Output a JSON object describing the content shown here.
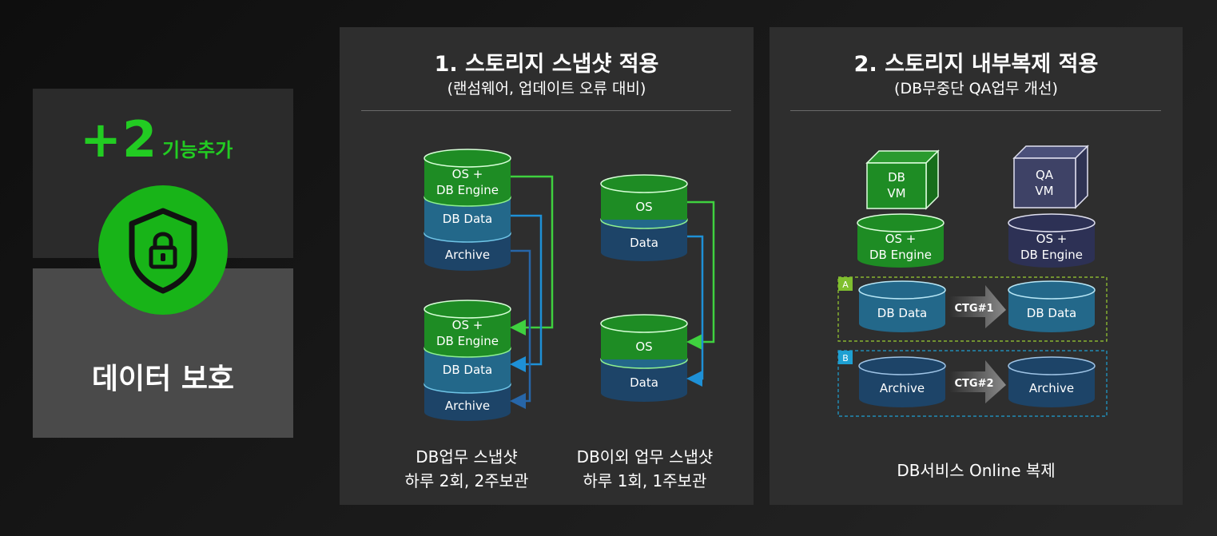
{
  "left": {
    "plus": "+2",
    "plus_label": "기능추가",
    "title": "데이터 보호",
    "icon": "shield-lock-icon",
    "accent": "#1db81d"
  },
  "panel1": {
    "title": "1. 스토리지 스냅샷 적용",
    "subtitle": "(랜섬웨어, 업데이트 오류 대비)",
    "cyl_a_top": [
      "OS +",
      "DB Engine"
    ],
    "cyl_a_mid": "DB Data",
    "cyl_a_bot": "Archive",
    "cyl_b_top": [
      "OS +",
      "DB Engine"
    ],
    "cyl_b_mid": "DB Data",
    "cyl_b_bot": "Archive",
    "cyl_c_top": "OS",
    "cyl_c_bot": "Data",
    "cyl_d_top": "OS",
    "cyl_d_bot": "Data",
    "caption_left": [
      "DB업무 스냅샷",
      "하루 2회, 2주보관"
    ],
    "caption_right": [
      "DB이외 업무 스냅샷",
      "하루 1회, 1주보관"
    ]
  },
  "panel2": {
    "title": "2. 스토리지 내부복제 적용",
    "subtitle": "(DB무중단 QA업무 개선)",
    "vm_db": [
      "DB",
      "VM"
    ],
    "vm_qa": [
      "QA",
      "VM"
    ],
    "engine_db": [
      "OS +",
      "DB Engine"
    ],
    "engine_qa": [
      "OS +",
      "DB Engine"
    ],
    "group_a_tag": "A",
    "group_b_tag": "B",
    "dbdata_src": "DB Data",
    "dbdata_dst": "DB Data",
    "archive_src": "Archive",
    "archive_dst": "Archive",
    "ctg1": "CTG#1",
    "ctg2": "CTG#2",
    "caption": "DB서비스 Online 복제"
  },
  "colors": {
    "green": "#1e8c24",
    "teal": "#23688a",
    "navy": "#1d4468",
    "vm_qa": "#3e4266",
    "engine_qa": "#2d3155",
    "group_a": "#9acd32",
    "group_b": "#1ea0d2"
  }
}
